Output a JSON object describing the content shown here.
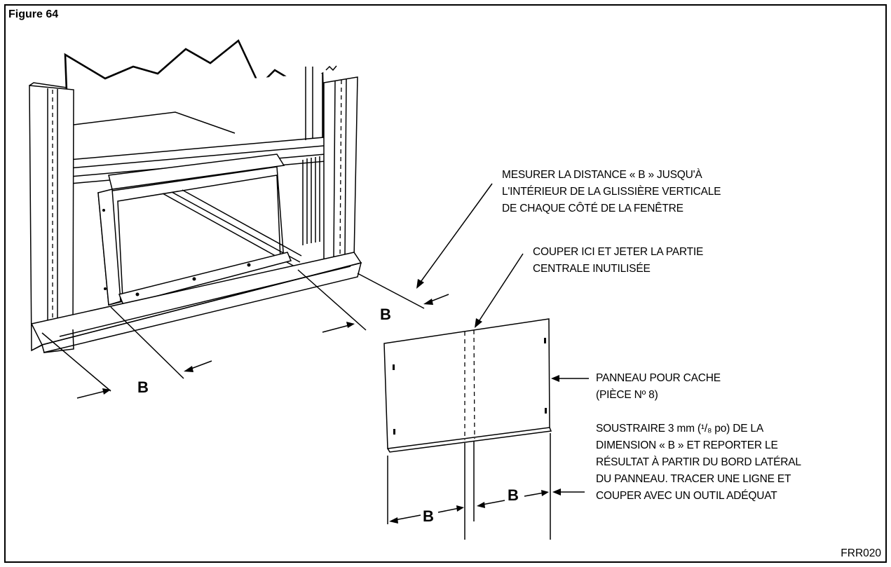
{
  "figure": {
    "title": "Figure 64",
    "ref_code": "FRR020"
  },
  "callouts": {
    "measure": "MESURER LA DISTANCE « B » JUSQU'À\nL'INTÉRIEUR DE LA GLISSIÈRE VERTICALE\nDE CHAQUE CÔTÉ DE LA FENÊTRE",
    "cut": "COUPER ICI ET JETER LA PARTIE\nCENTRALE INUTILISÉE",
    "panel": "PANNEAU POUR CACHE\n(PIÈCE Nº 8)",
    "subtract": "SOUSTRAIRE 3 mm (¹/₈ po) DE LA\nDIMENSION « B » ET REPORTER LE\nRÉSULTAT À PARTIR DU BORD LATÉRAL\nDU PANNEAU. TRACER UNE LIGNE ET\nCOUPER AVEC UN OUTIL ADÉQUAT"
  },
  "dimension_labels": {
    "window_left": "B",
    "window_right": "B",
    "panel_left": "B",
    "panel_right": "B"
  },
  "icons": [
    "window-frame-illustration",
    "filler-panel-illustration",
    "leader-arrow",
    "dimension-arrow"
  ]
}
